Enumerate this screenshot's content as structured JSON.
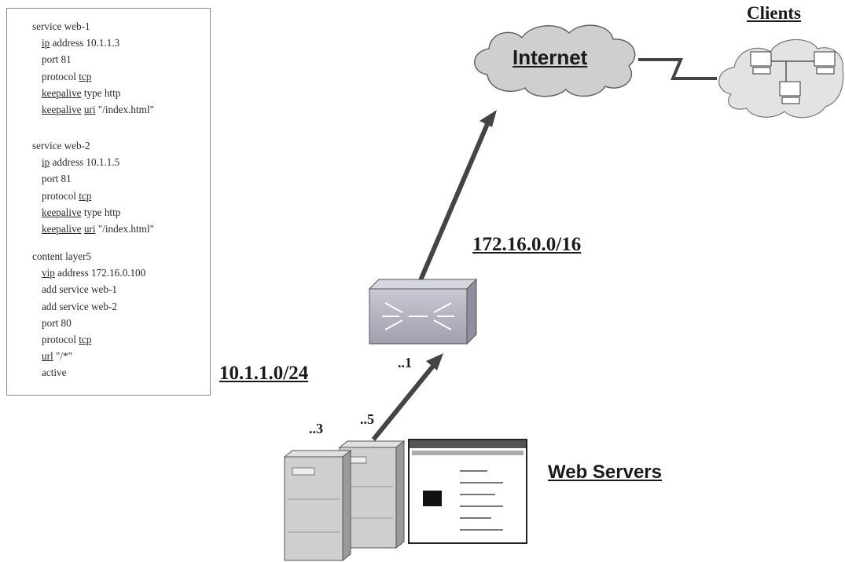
{
  "config": {
    "blocks": [
      {
        "lines": [
          {
            "text": "service web-1",
            "indent": false
          },
          {
            "pre": "",
            "u": "ip",
            "post": " address 10.1.1.3",
            "indent": true
          },
          {
            "text": "port 81",
            "indent": true
          },
          {
            "pre": "protocol ",
            "u": "tcp",
            "post": "",
            "indent": true
          },
          {
            "pre": "",
            "u": "keepalive",
            "post": " type http",
            "indent": true
          },
          {
            "pre": "",
            "u": "keepalive",
            "post": " ",
            "u2": "uri",
            "post2": " \"/index.html\"",
            "indent": true
          }
        ]
      },
      {
        "lines": [
          {
            "text": "service web-2",
            "indent": false
          },
          {
            "pre": "",
            "u": "ip",
            "post": " address 10.1.1.5",
            "indent": true
          },
          {
            "text": "port 81",
            "indent": true
          },
          {
            "pre": "protocol ",
            "u": "tcp",
            "post": "",
            "indent": true
          },
          {
            "pre": "",
            "u": "keepalive",
            "post": " type http",
            "indent": true
          },
          {
            "pre": "",
            "u": "keepalive",
            "post": " ",
            "u2": "uri",
            "post2": " \"/index.html\"",
            "indent": true
          }
        ]
      },
      {
        "lines": [
          {
            "text": "content layer5",
            "indent": false
          },
          {
            "pre": "",
            "u": "vip",
            "post": " address 172.16.0.100",
            "indent": true
          },
          {
            "text": "add service web-1",
            "indent": true
          },
          {
            "text": "add service web-2",
            "indent": true
          },
          {
            "text": "port 80",
            "indent": true
          },
          {
            "pre": "protocol ",
            "u": "tcp",
            "post": "",
            "indent": true
          },
          {
            "pre": "",
            "u": "url",
            "post": " \"/*\"",
            "indent": true
          },
          {
            "text": "active",
            "indent": true
          }
        ]
      }
    ]
  },
  "labels": {
    "internet": "Internet",
    "clients": "Clients",
    "outside_subnet": "172.16.0.0/16",
    "inside_subnet": "10.1.1.0/24",
    "router_host": "..1",
    "server_a_host": "..3",
    "server_b_host": "..5",
    "web_servers": "Web Servers"
  },
  "colors": {
    "cloud": "#cfcfcf",
    "client_cloud": "#e3e3e3",
    "arrow": "#444444",
    "switch": "#b9b9c4",
    "server": "#cfcfcf"
  }
}
